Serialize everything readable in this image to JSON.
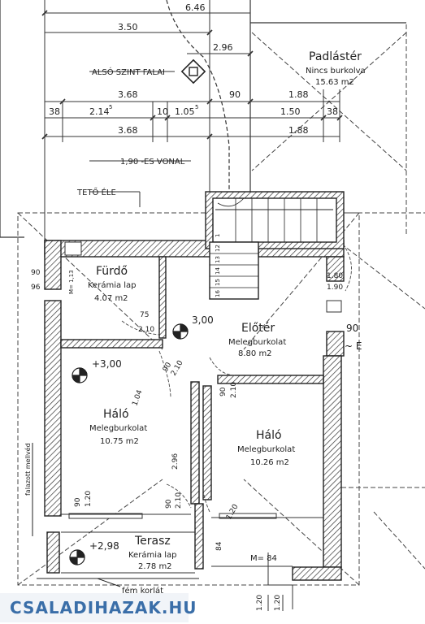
{
  "top_dims": {
    "d1": "6.46",
    "d2": "3.50",
    "d3": "2.96",
    "d4": "3.68",
    "d5": "90",
    "d6": "1.88",
    "d7": "38",
    "d8": "2.14",
    "d8_sup": "5",
    "d9": "10",
    "d10": "1.05",
    "d10_sup": "5",
    "d11": "1.50",
    "d12": "38",
    "d13": "3.68",
    "d14": "1.88"
  },
  "labels": {
    "also_szint": "ALSÓ SZINT FALAI",
    "vonal": "1,90 -ES VONAL",
    "teto_ele": "TETŐ ÉLE",
    "falazott": "falazott mellvéd",
    "fem_korlat": "fém korlát"
  },
  "rooms": {
    "padlaster": {
      "name": "Padlástér",
      "finish": "Nincs burkolva",
      "area": "15.63 m2"
    },
    "furdo": {
      "name": "Fürdő",
      "finish": "Kerámia lap",
      "area": "4.07 m2"
    },
    "eloter": {
      "name": "Előtér",
      "finish": "Melegburkolat",
      "area": "8.80 m2"
    },
    "halo1": {
      "name": "Háló",
      "finish": "Melegburkolat",
      "area": "10.75 m2"
    },
    "halo2": {
      "name": "Háló",
      "finish": "Melegburkolat",
      "area": "10.26 m2"
    },
    "terasz": {
      "name": "Terasz",
      "finish": "Kerámia lap",
      "area": "2.78 m2"
    }
  },
  "levels": {
    "l1": "3,00",
    "l2": "+3,00",
    "l3": "+2,98"
  },
  "openings": {
    "o1": "90",
    "o2": "96",
    "m1": "M= 1,13",
    "o3": "75",
    "o4": "2.10",
    "o5": "90",
    "o6": "2.10",
    "o7": "1.04",
    "o8": "90",
    "o9": "2.10",
    "o10": "1.80",
    "o11": "1.90",
    "o12": "90",
    "o13": "~ E",
    "o14": "2.96",
    "o15": "90",
    "o16": "1.20",
    "o17": "90",
    "o18": "2.10",
    "o19": "1.20",
    "o20": "M= 84",
    "o21": "84",
    "o22": "1.20",
    "o23": "1.20"
  },
  "stairs": [
    "1",
    "12",
    "13",
    "14",
    "15",
    "16"
  ],
  "watermark": "CSALADIHAZAK.HU"
}
